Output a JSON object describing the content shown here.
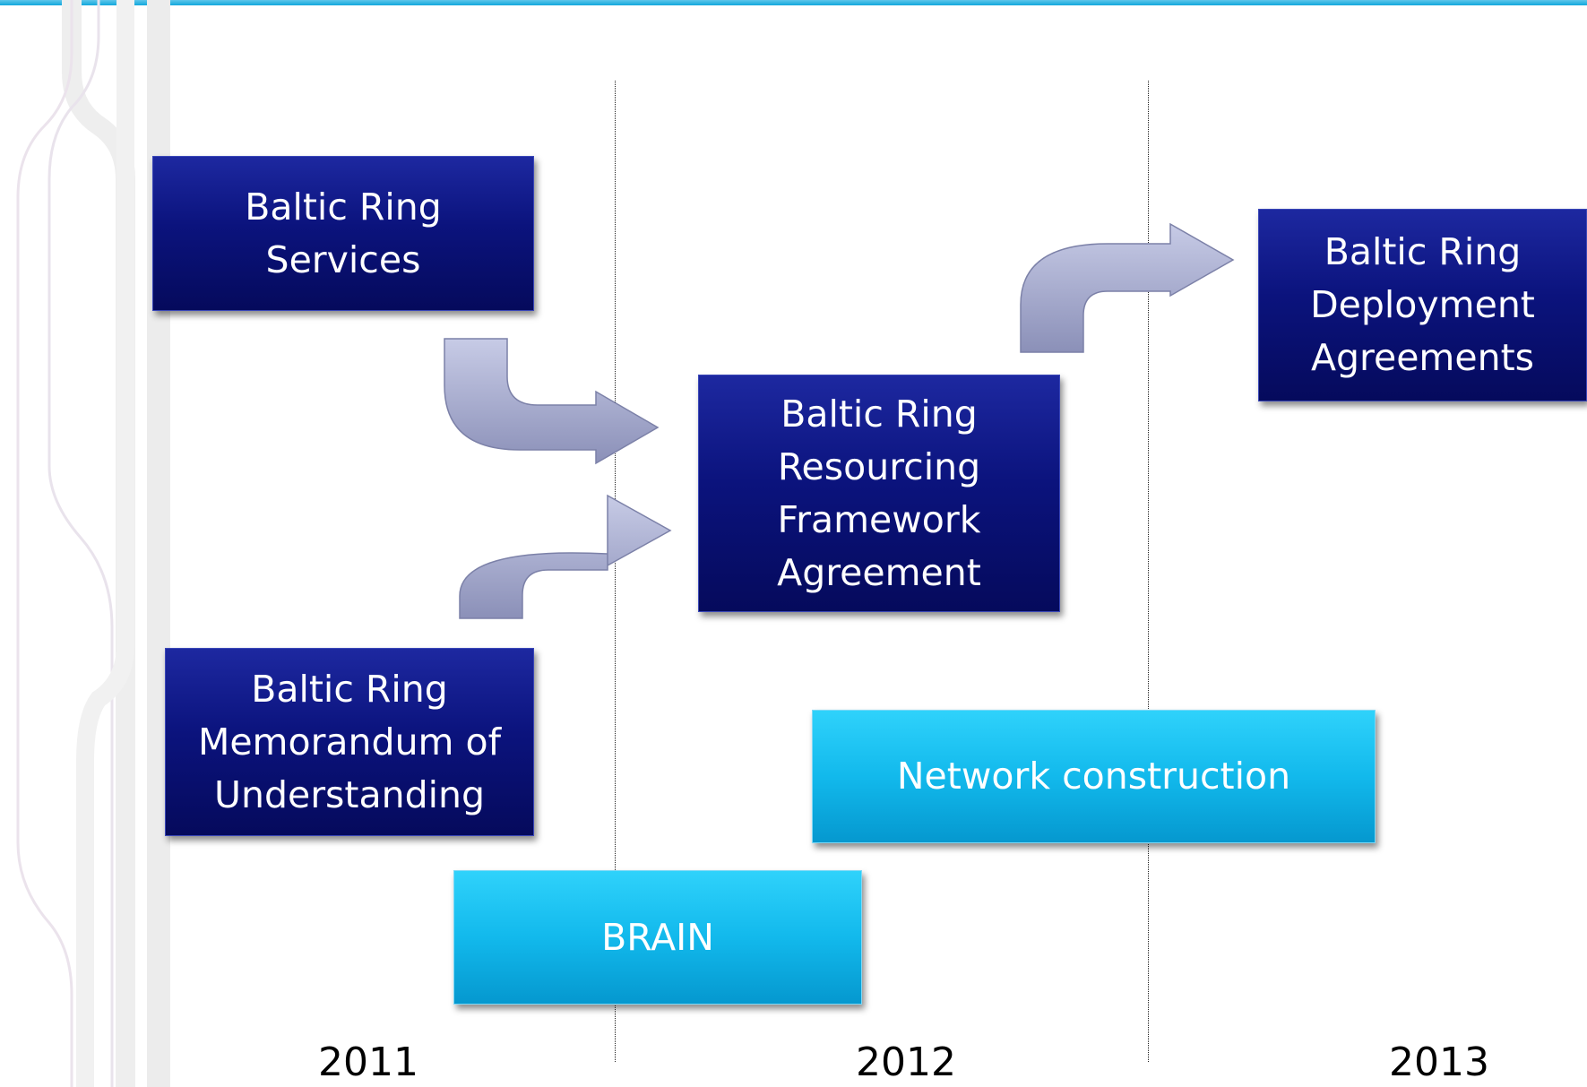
{
  "boxes": {
    "services": "Baltic Ring\nServices",
    "mou": "Baltic Ring\nMemorandum of\nUnderstanding",
    "resourcing": "Baltic Ring\nResourcing\nFramework\nAgreement",
    "deployment": "Baltic Ring\nDeployment\nAgreements",
    "network": "Network construction",
    "brain": "BRAIN"
  },
  "years": [
    "2011",
    "2012",
    "2013"
  ],
  "colors": {
    "dark_box": "#0b137d",
    "light_box": "#12b9ec",
    "arrow": "#9ea3c7",
    "top_bar": "#12a7dc"
  }
}
